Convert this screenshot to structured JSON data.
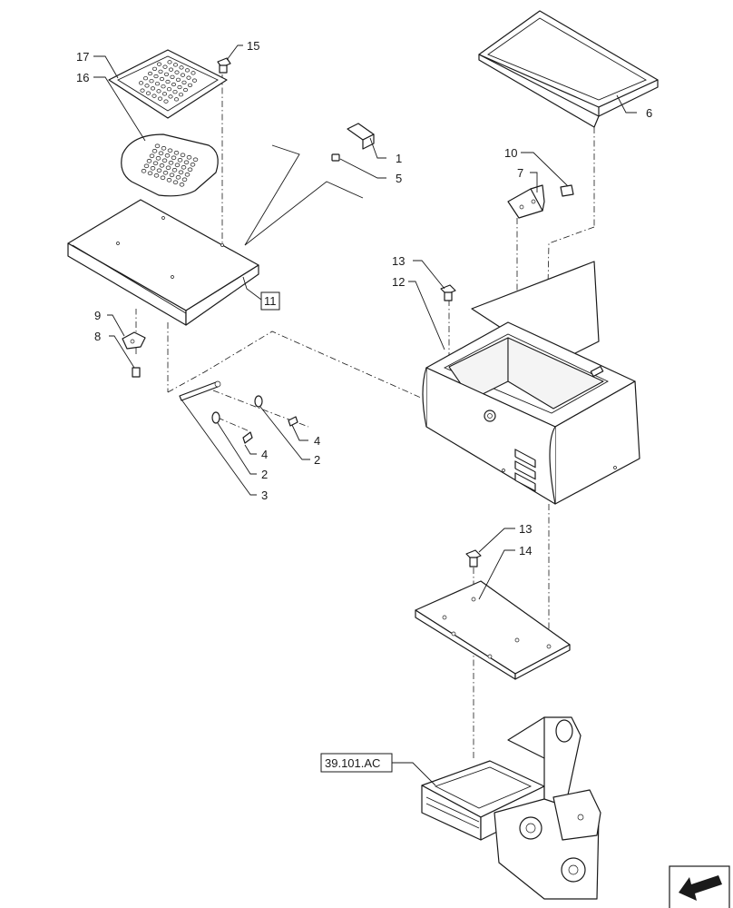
{
  "callouts": {
    "c1": "1",
    "c2a": "2",
    "c2b": "2",
    "c3": "3",
    "c4a": "4",
    "c4b": "4",
    "c5": "5",
    "c6": "6",
    "c7": "7",
    "c8": "8",
    "c9": "9",
    "c10": "10",
    "c12": "12",
    "c13a": "13",
    "c13b": "13",
    "c14": "14",
    "c15": "15",
    "c16": "16",
    "c17": "17"
  },
  "references": {
    "boxed_part": "11",
    "section_ref": "39.101.AC"
  },
  "colors": {
    "line": "#1a1a1a",
    "background": "#ffffff"
  },
  "icons": {
    "navigation": "previous-page-arrow-icon"
  }
}
